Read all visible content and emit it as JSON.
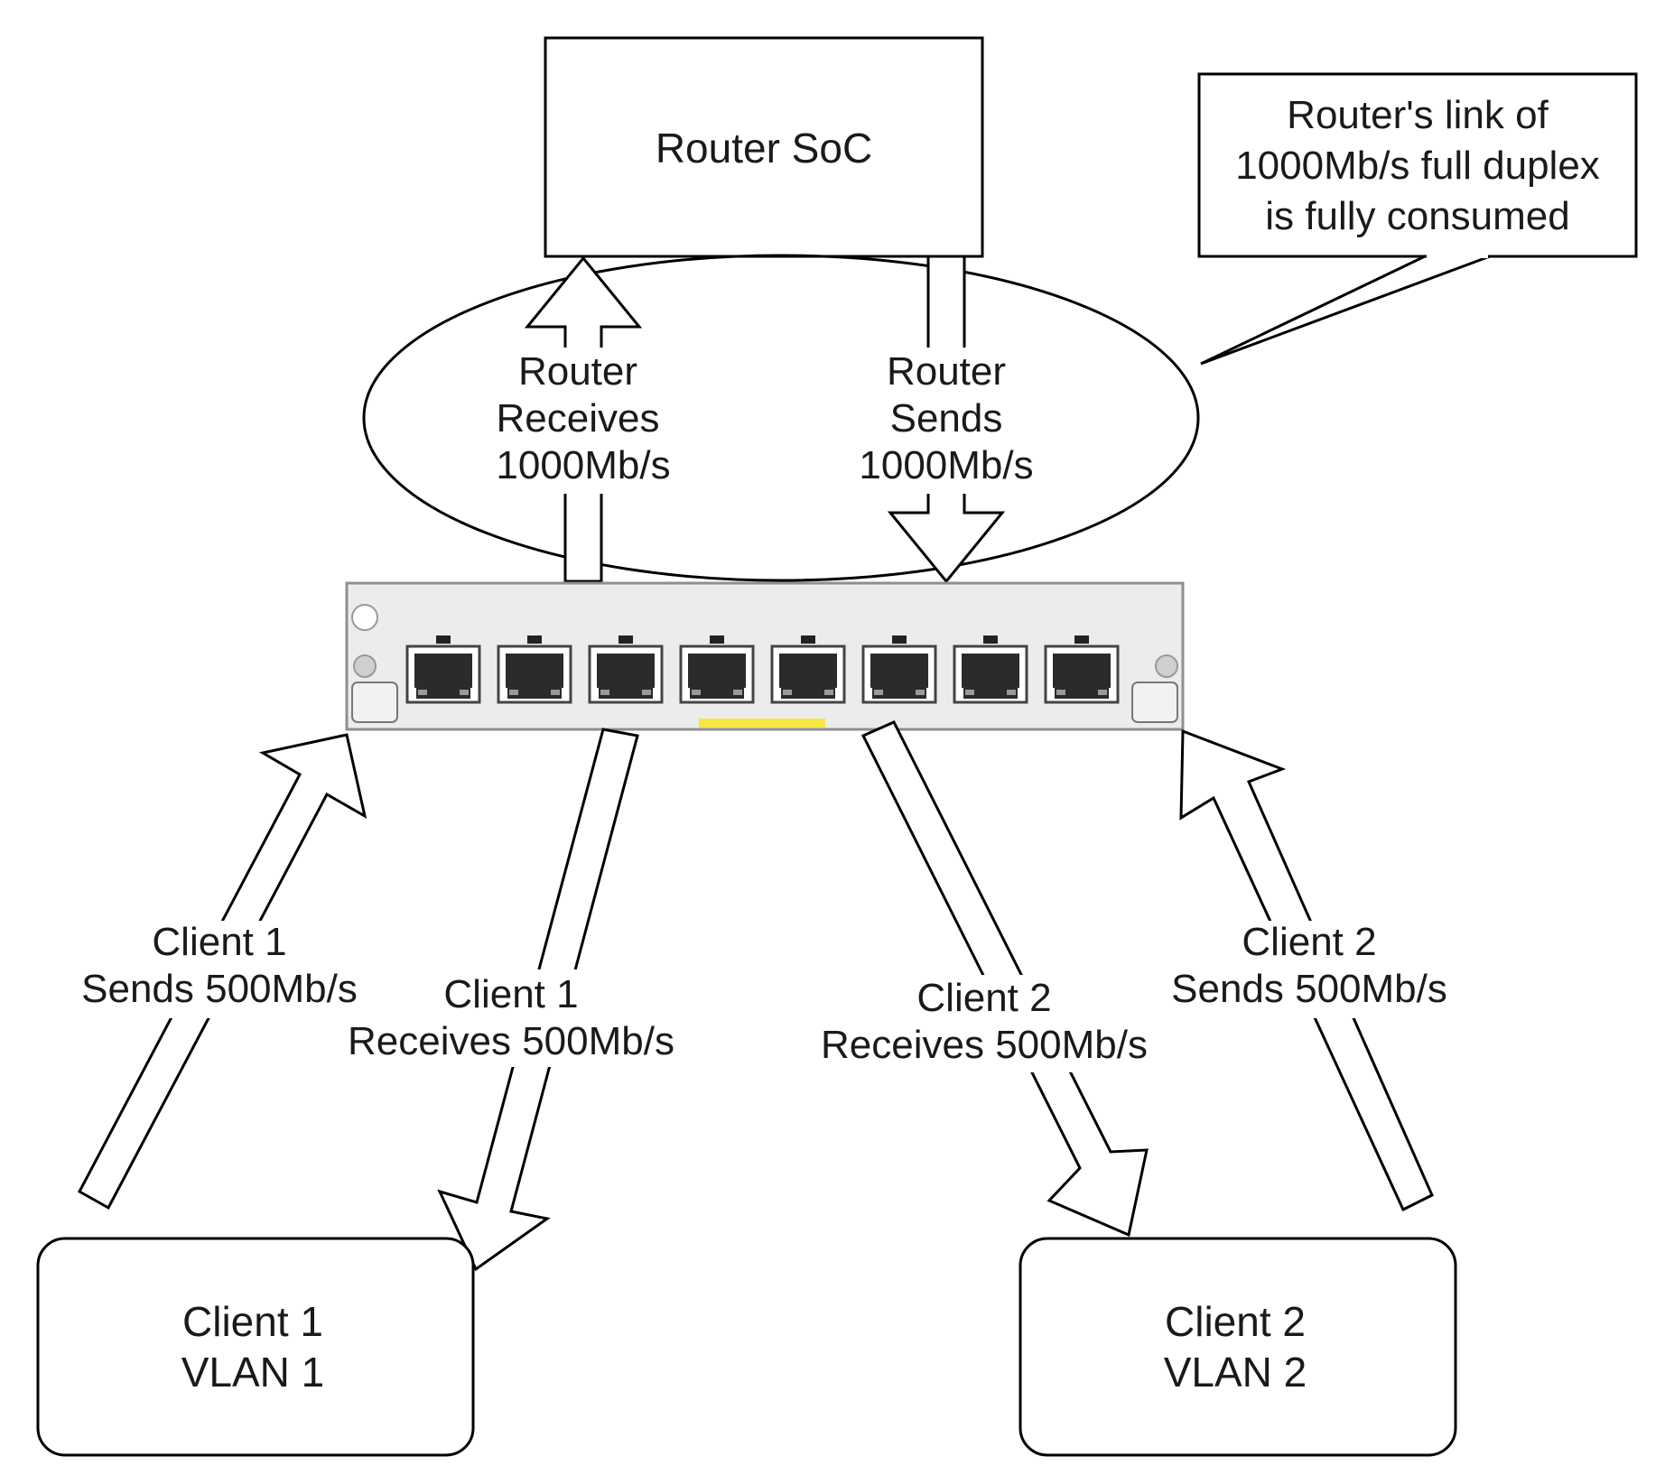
{
  "router": {
    "title": "Router SoC"
  },
  "callout": {
    "lines": [
      "Router's link of",
      "1000Mb/s full duplex",
      "is fully consumed"
    ]
  },
  "uplink": {
    "receives": [
      "Router",
      "Receives",
      "1000Mb/s"
    ],
    "sends": [
      "Router",
      "Sends",
      "1000Mb/s"
    ]
  },
  "flows": {
    "client1_sends": [
      "Client 1",
      "Sends 500Mb/s"
    ],
    "client1_receives": [
      "Client 1",
      "Receives 500Mb/s"
    ],
    "client2_receives": [
      "Client 2",
      "Receives 500Mb/s"
    ],
    "client2_sends": [
      "Client 2",
      "Sends 500Mb/s"
    ]
  },
  "clients": {
    "client1": [
      "Client 1",
      "VLAN 1"
    ],
    "client2": [
      "Client 2",
      "VLAN 2"
    ]
  },
  "switch": {
    "port_count": 8
  },
  "colors": {
    "switch_body": "#ececec",
    "switch_border": "#8f8f8f",
    "port_highlight": "#f5e642"
  }
}
